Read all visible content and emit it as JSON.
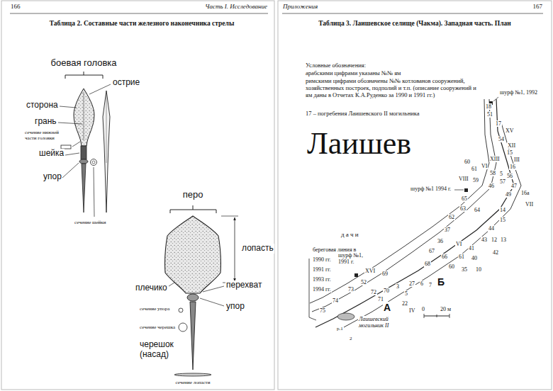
{
  "diagram": {
    "title": "Таблица 2. Составные части железного наконечника стрелы",
    "labels": [
      "166",
      "Часть I. Исследование",
      "боевая головка",
      "острие",
      "сторона",
      "грань",
      "сечение нижней части головки",
      "шейка",
      "упор",
      "сечение шейки",
      "перо",
      "лопасть",
      "плечико",
      "перехват",
      "сечение упора",
      "упор",
      "сечение черешка",
      "черешок (насад)",
      "сечение лопасти",
      "Приложения",
      "167",
      "Таблица 3. Лаишевское селище (Чакма). Западная часть. План",
      "Условные обозначения:",
      "арабскими цифрами указаны №№ ям",
      "римскими цифрами обозначены №№ котлованов сооружений, хозяйственных построек, подполий и т.п. (описание сооружений и ям даны в Отчетах К.А.Руденко за 1990 и 1991 гг.)",
      "17 – погребения Лаишевского II могильника",
      "Лаишев",
      "шурф №1, 1992",
      "шурф №1 1994 г.",
      "д а ч и",
      "береговая линия в",
      "1990 гг.",
      "1991 гг.",
      "1993 гг.",
      "1994 гг.",
      "шурф №1, 1991 г.",
      "Б",
      "А",
      "0",
      "20 м",
      "Лаишевский могильник II",
      "р.1",
      "2",
      "18",
      "51",
      "17",
      "XV",
      "54",
      "XII",
      "15",
      "III",
      "16",
      "60",
      "61",
      "VI",
      "XIII",
      "58",
      "5",
      "56",
      "57",
      "46",
      "47",
      "16а",
      "VIII",
      "59",
      "49",
      "VII",
      "65",
      "63",
      "64",
      "14",
      "62",
      "15",
      "37",
      "44",
      "43",
      "12",
      "13",
      "36",
      "VI",
      "41",
      "67",
      "66",
      "61",
      "40",
      "42",
      "68",
      "60",
      "35",
      "10",
      "XVI",
      "69",
      "52",
      "73",
      "72",
      "70",
      "3",
      "27",
      "6",
      "7",
      "71",
      "5",
      "74",
      "22",
      "IV",
      "75"
    ]
  }
}
